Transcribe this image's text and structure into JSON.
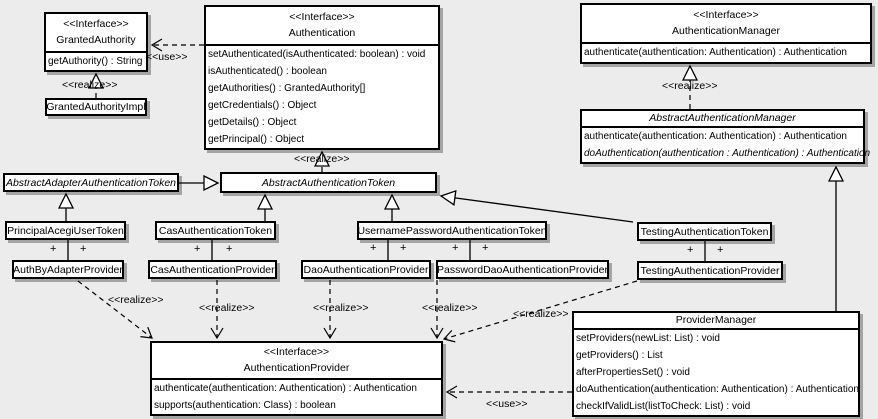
{
  "diagram": {
    "background_color": "#ececec",
    "box_fill": "#ffffff",
    "line_color": "#000000",
    "shadow_color": "#a4a4a4"
  },
  "labels": {
    "use": "<<use>>",
    "realize": "<<realize>>",
    "plus": "+"
  },
  "classes": {
    "granted_authority": {
      "stereotype": "<<Interface>>",
      "name": "GrantedAuthority",
      "methods": [
        "getAuthority() : String"
      ]
    },
    "granted_authority_impl": {
      "name": "GrantedAuthorityImpl"
    },
    "authentication": {
      "stereotype": "<<Interface>>",
      "name": "Authentication",
      "methods": [
        "setAuthenticated(isAuthenticated: boolean) : void",
        "isAuthenticated() : boolean",
        "getAuthorities() : GrantedAuthority[]",
        "getCredentials() : Object",
        "getDetails() : Object",
        "getPrincipal() : Object"
      ]
    },
    "authentication_manager": {
      "stereotype": "<<Interface>>",
      "name": "AuthenticationManager",
      "methods": [
        "authenticate(authentication: Authentication) : Authentication"
      ]
    },
    "abstract_authentication_manager": {
      "name": "AbstractAuthenticationManager",
      "methods": [
        "authenticate(authentication: Authentication) : Authentication",
        "doAuthentication(authentication : Authentication) : Authentication"
      ]
    },
    "abstract_adapter_authentication_token": {
      "name": "AbstractAdapterAuthenticationToken"
    },
    "abstract_authentication_token": {
      "name": "AbstractAuthenticationToken"
    },
    "principal_acegi_user_token": {
      "name": "PrincipalAcegiUserToken"
    },
    "auth_by_adapter_provider": {
      "name": "AuthByAdapterProvider"
    },
    "cas_authentication_token": {
      "name": "CasAuthenticationToken"
    },
    "cas_authentication_provider": {
      "name": "CasAuthenticationProvider"
    },
    "username_password_authentication_token": {
      "name": "UsernamePasswordAuthenticationToken"
    },
    "dao_authentication_provider": {
      "name": "DaoAuthenticationProvider"
    },
    "password_dao_authentication_provider": {
      "name": "PasswordDaoAuthenticationProvider"
    },
    "testing_authentication_token": {
      "name": "TestingAuthenticationToken"
    },
    "testing_authentication_provider": {
      "name": "TestingAuthenticationProvider"
    },
    "authentication_provider": {
      "stereotype": "<<Interface>>",
      "name": "AuthenticationProvider",
      "methods": [
        "authenticate(authentication: Authentication) : Authentication",
        "supports(authentication: Class) : boolean"
      ]
    },
    "provider_manager": {
      "name": "ProviderManager",
      "methods": [
        "setProviders(newList: List) : void",
        "getProviders() : List",
        "afterPropertiesSet() : void",
        "doAuthentication(authentication: Authentication) : Authentication",
        "checkIfValidList(listToCheck: List) : void"
      ]
    }
  }
}
